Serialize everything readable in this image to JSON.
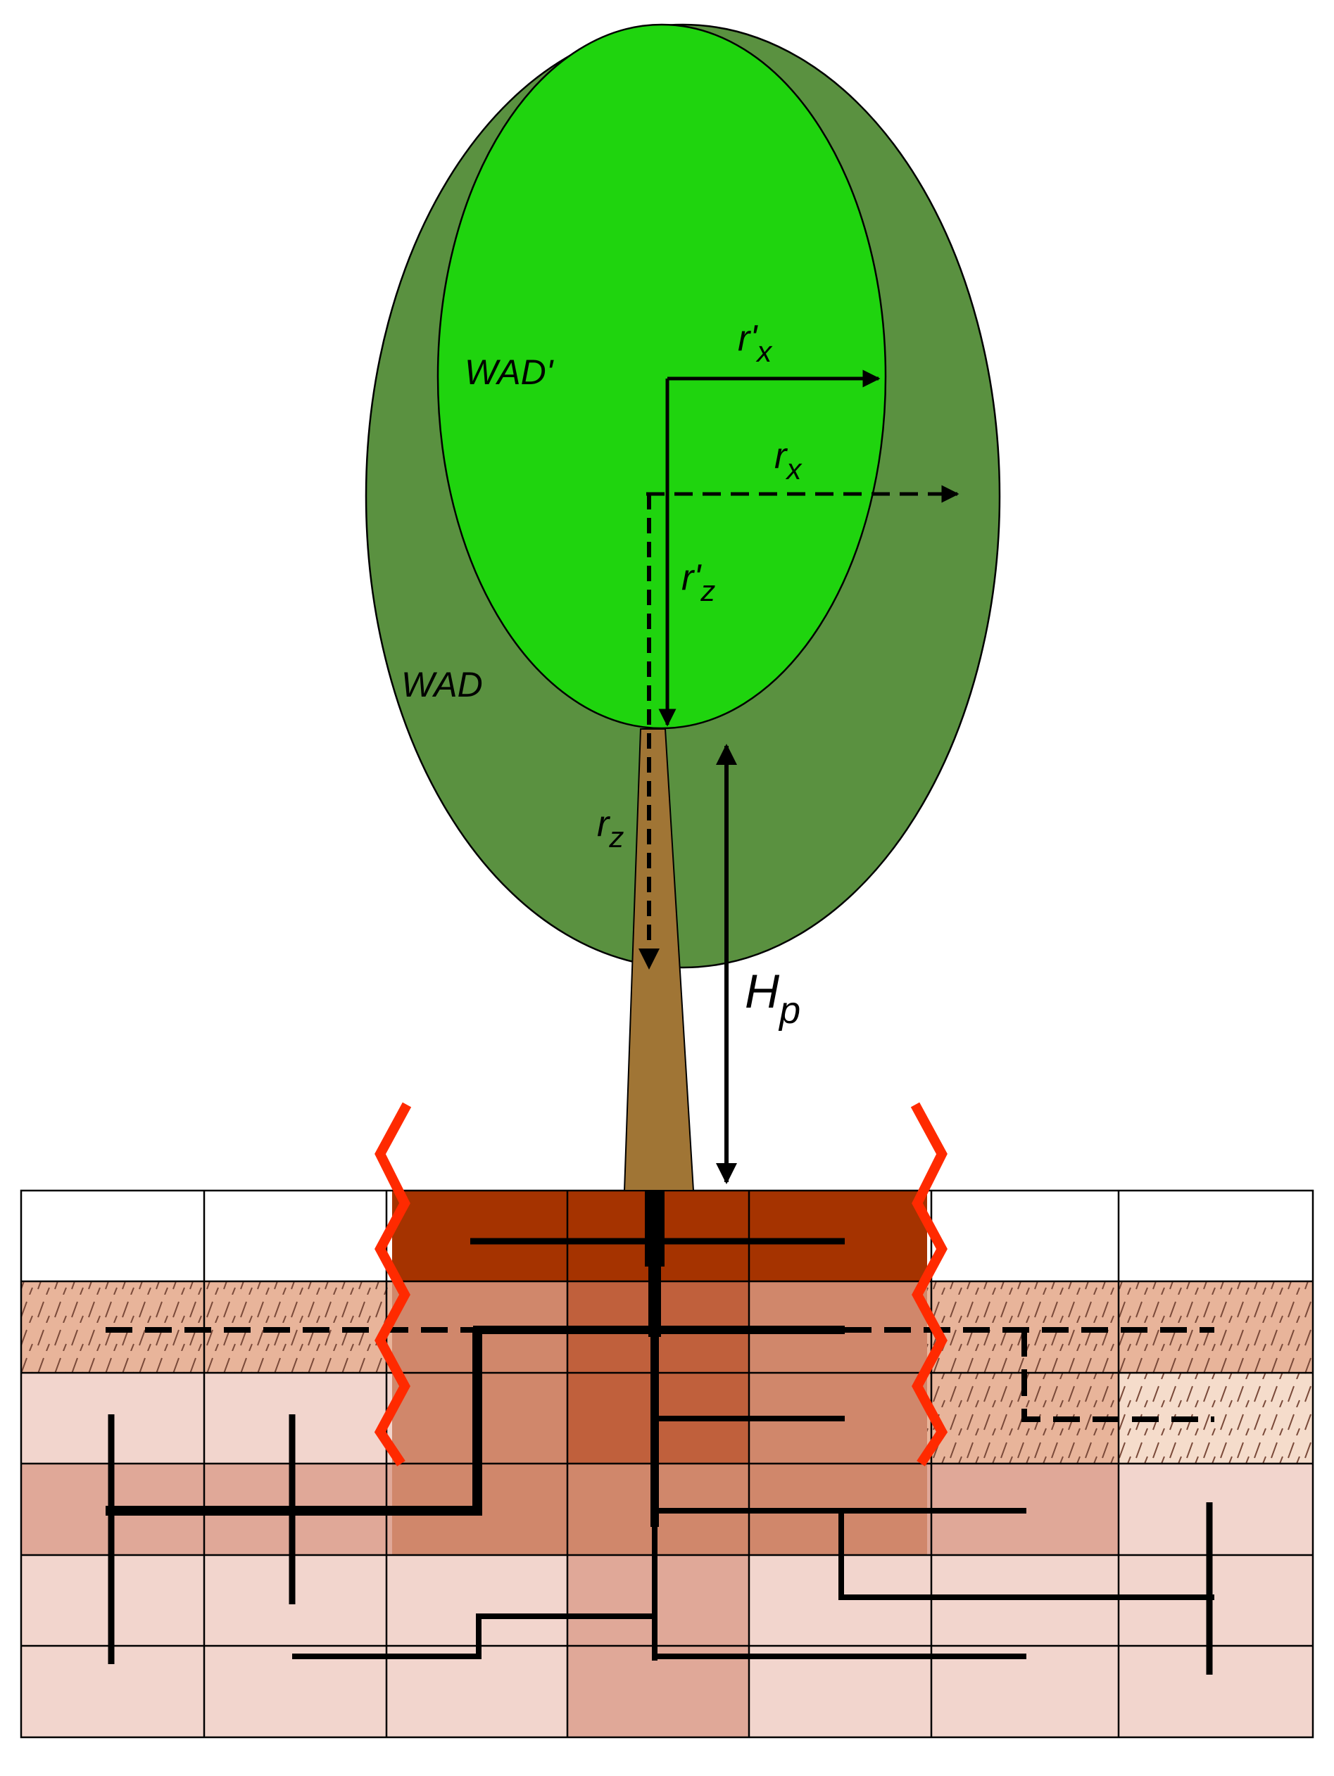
{
  "labels": {
    "wad_inner": "WAD'",
    "wad_outer": "WAD",
    "r_prime_x": {
      "main": "r'",
      "sub": "x"
    },
    "r_x": {
      "main": "r",
      "sub": "x"
    },
    "r_prime_z": {
      "main": "r'",
      "sub": "z"
    },
    "r_z": {
      "main": "r",
      "sub": "z"
    },
    "h_p": {
      "main": "H",
      "sub": "p"
    }
  },
  "colors": {
    "outer_crown": "#5a9140",
    "inner_crown": "#1fd40e",
    "trunk": "#a07535",
    "soil_top_cell": "#a53300",
    "root_zone_center": "#c0603c",
    "root_zone": "#d0876b",
    "soil_light": "#f2d5cd",
    "soil_mid": "#e0a898",
    "hatched_layer": "#e8b49a",
    "hatched_light": "#f5dccb",
    "red_boundary": "#ff2a00",
    "root_lines": "#000000"
  },
  "icons": {
    "boundary": "red-zigzag-boundary-icon"
  }
}
